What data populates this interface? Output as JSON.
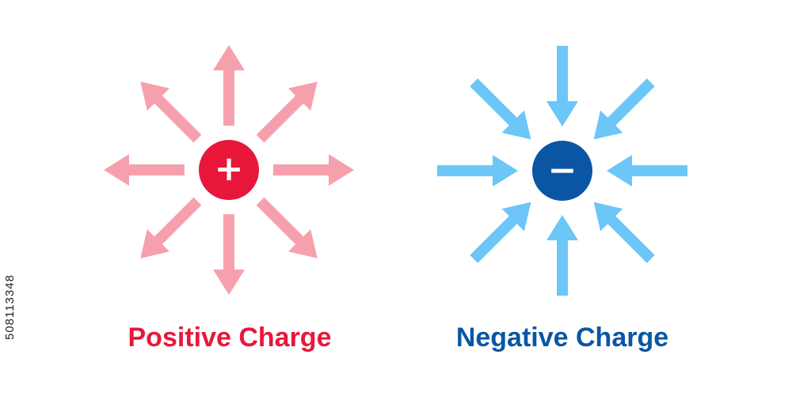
{
  "positive": {
    "label": "Positive Charge",
    "symbol": "+",
    "arrow_direction": "outward",
    "arrow_count": 8,
    "arrow_color": "#f7a0ad",
    "charge_color": "#e8173a",
    "label_color": "#e8173a"
  },
  "negative": {
    "label": "Negative Charge",
    "symbol": "−",
    "arrow_direction": "inward",
    "arrow_count": 8,
    "arrow_color": "#6cc6f7",
    "charge_color": "#0a56a4",
    "label_color": "#0a56a4"
  },
  "watermark": {
    "id_text": "508113348"
  }
}
